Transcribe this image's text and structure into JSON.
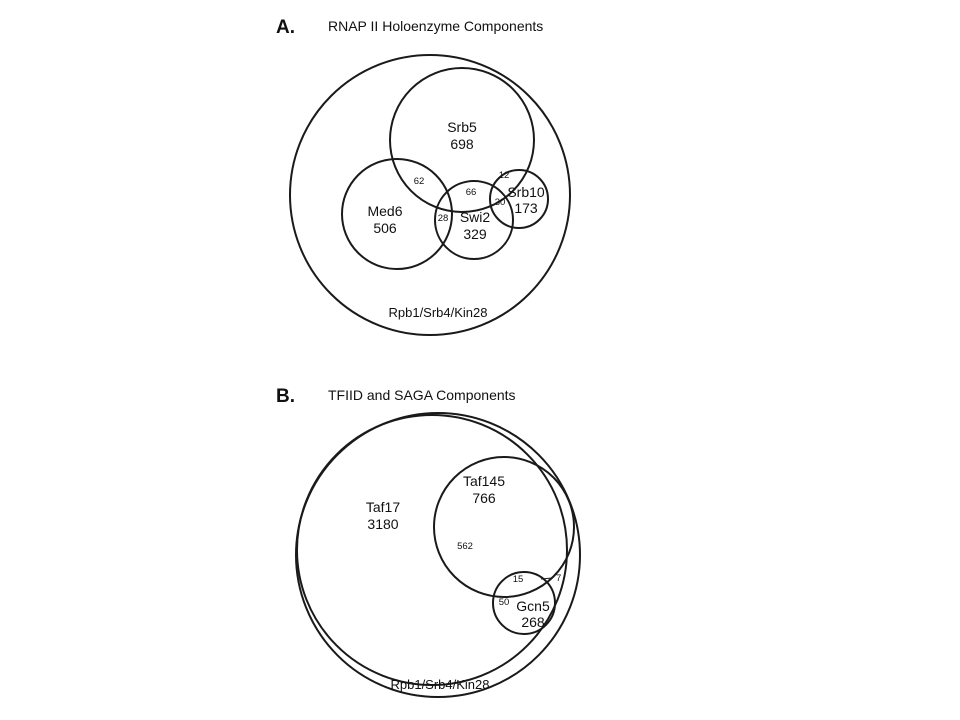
{
  "panels": [
    {
      "letter": "A.",
      "title": "RNAP II Holoenzyme Components",
      "outer_label": "Rpb1/Srb4/Kin28",
      "sets": [
        {
          "name": "Srb5",
          "count": "698"
        },
        {
          "name": "Med6",
          "count": "506"
        },
        {
          "name": "Swi2",
          "count": "329"
        },
        {
          "name": "Srb10",
          "count": "173"
        }
      ],
      "overlaps": [
        "62",
        "66",
        "28",
        "12",
        "30"
      ]
    },
    {
      "letter": "B.",
      "title": "TFIID and SAGA Components",
      "outer_label": "Rpb1/Srb4/Kin28",
      "sets": [
        {
          "name": "Taf17",
          "count": "3180"
        },
        {
          "name": "Taf145",
          "count": "766"
        },
        {
          "name": "Gcn5",
          "count": "268"
        }
      ],
      "overlaps": [
        "562",
        "15",
        "7",
        "50"
      ]
    }
  ]
}
